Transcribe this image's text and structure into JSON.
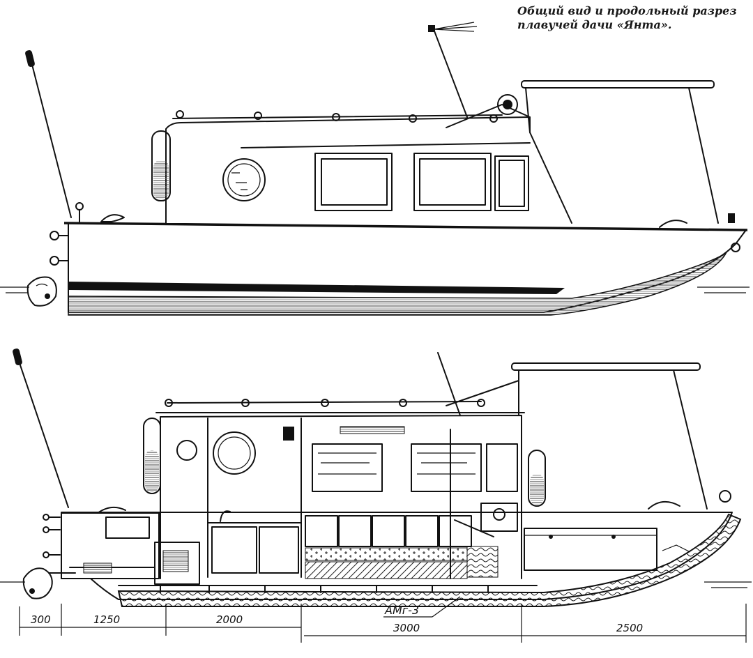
{
  "caption": {
    "line1": "Общий вид и продольный разрез",
    "line2": "плавучей дачи «Янта»."
  },
  "section": {
    "material_label": "АМг-3",
    "dimensions": [
      "300",
      "1250",
      "2000",
      "3000",
      "2500"
    ]
  }
}
